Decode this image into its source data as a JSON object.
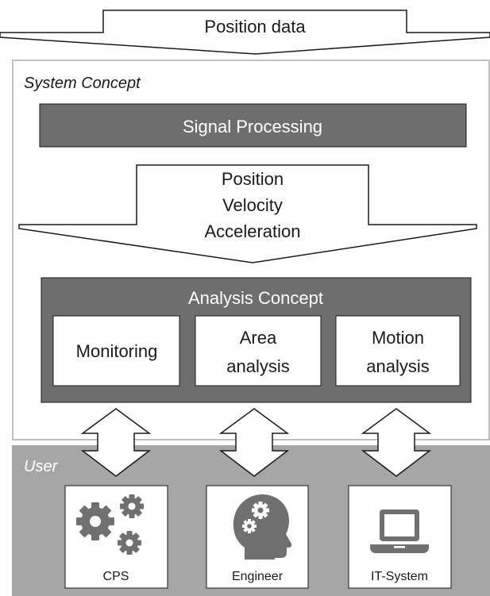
{
  "top_arrow": {
    "label": "Position data"
  },
  "system_concept": {
    "title": "System Concept",
    "signal_processing": {
      "label": "Signal Processing"
    },
    "outputs": {
      "lines": [
        "Position",
        "Velocity",
        "Acceleration"
      ]
    },
    "analysis_concept": {
      "title": "Analysis Concept",
      "modules": [
        {
          "lines": [
            "Monitoring"
          ]
        },
        {
          "lines": [
            "Area",
            "analysis"
          ]
        },
        {
          "lines": [
            "Motion",
            "analysis"
          ]
        }
      ]
    }
  },
  "user": {
    "title": "User",
    "items": [
      {
        "label": "CPS",
        "icon": "gears-icon"
      },
      {
        "label": "Engineer",
        "icon": "head-gears-icon"
      },
      {
        "label": "IT-System",
        "icon": "laptop-icon"
      }
    ]
  },
  "colors": {
    "dark_box": "#6e6e6e",
    "user_panel": "#a6a6a6",
    "frame_border": "#bfbfbf",
    "icon_gray": "#707070",
    "outline": "#1a1a1a"
  }
}
